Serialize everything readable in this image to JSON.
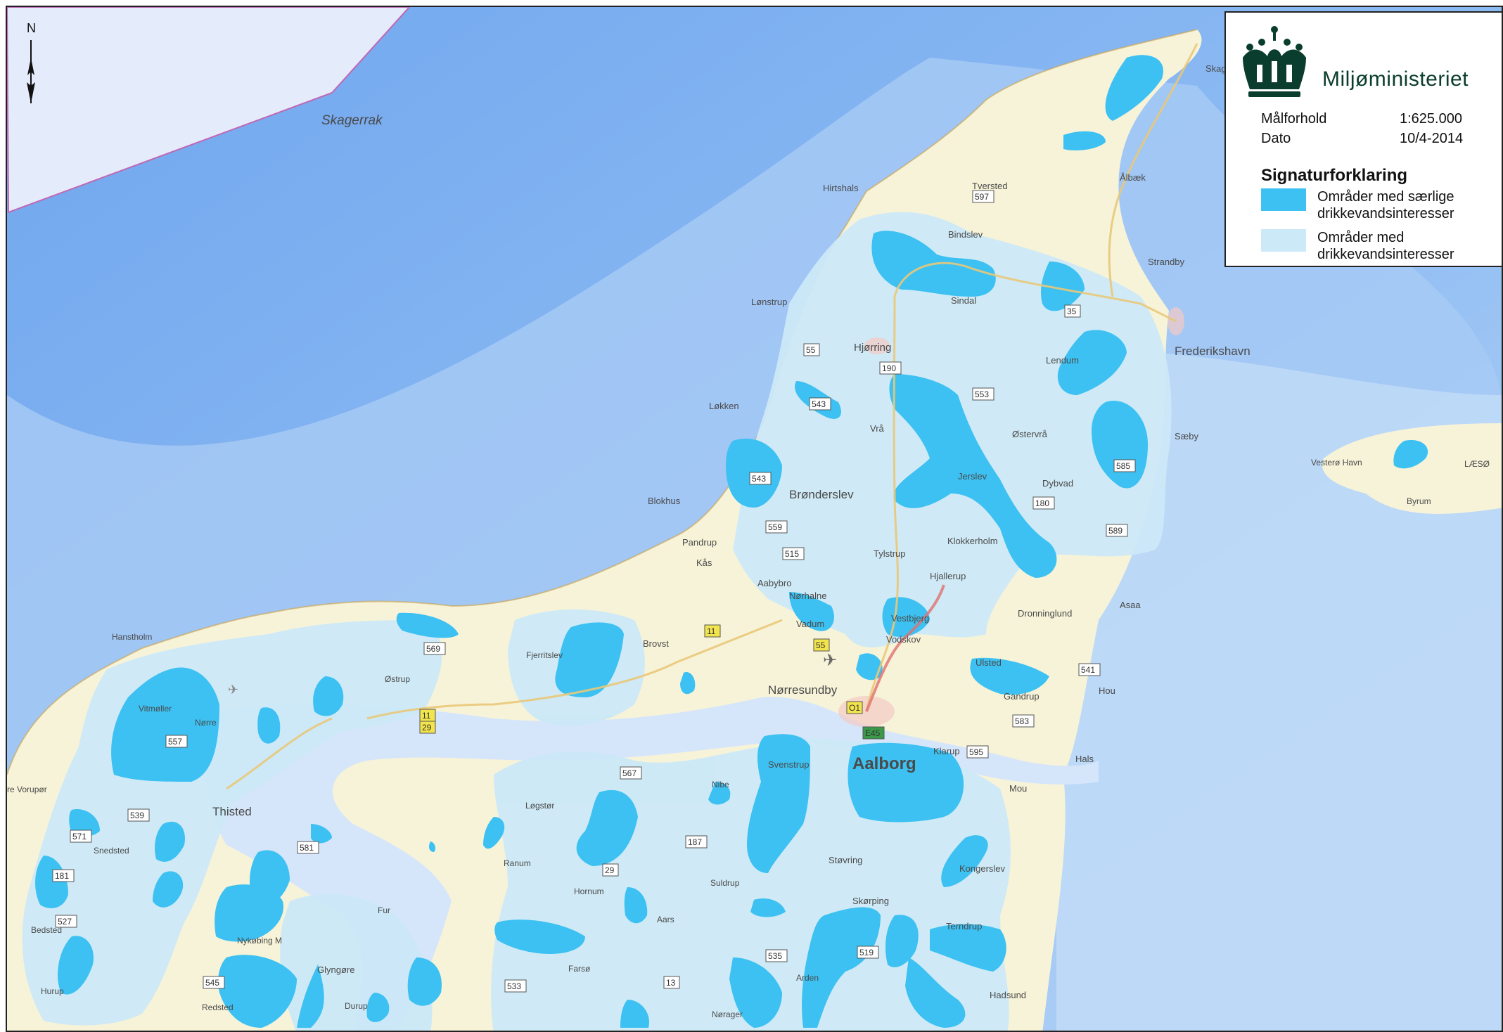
{
  "map": {
    "sea_label": "Skagerrak",
    "places": [
      {
        "id": "skagen",
        "label": "Skag"
      },
      {
        "id": "hirtshals",
        "label": "Hirtshals"
      },
      {
        "id": "tversted",
        "label": "Tversted"
      },
      {
        "id": "albaek",
        "label": "Ålbæk"
      },
      {
        "id": "bindslev",
        "label": "Bindslev"
      },
      {
        "id": "strandby",
        "label": "Strandby"
      },
      {
        "id": "sindal",
        "label": "Sindal"
      },
      {
        "id": "lonstrup",
        "label": "Lønstrup"
      },
      {
        "id": "frederikshavn",
        "label": "Frederikshavn"
      },
      {
        "id": "hjorring",
        "label": "Hjørring"
      },
      {
        "id": "lendum",
        "label": "Lendum"
      },
      {
        "id": "lokken",
        "label": "Løkken"
      },
      {
        "id": "saeby",
        "label": "Sæby"
      },
      {
        "id": "vra",
        "label": "Vrå"
      },
      {
        "id": "ostervra",
        "label": "Østervrå"
      },
      {
        "id": "vestero-havn",
        "label": "Vesterø Havn"
      },
      {
        "id": "laeso",
        "label": "LÆSØ"
      },
      {
        "id": "byrum",
        "label": "Byrum"
      },
      {
        "id": "jerslev",
        "label": "Jerslev"
      },
      {
        "id": "dybvad",
        "label": "Dybvad"
      },
      {
        "id": "blokhus",
        "label": "Blokhus"
      },
      {
        "id": "bronderslev",
        "label": "Brønderslev"
      },
      {
        "id": "tylstrup",
        "label": "Tylstrup"
      },
      {
        "id": "klokkerholm",
        "label": "Klokkerholm"
      },
      {
        "id": "pandrup",
        "label": "Pandrup"
      },
      {
        "id": "kaas",
        "label": "Kås"
      },
      {
        "id": "hjallerup",
        "label": "Hjallerup"
      },
      {
        "id": "aabybro",
        "label": "Aabybro"
      },
      {
        "id": "norhalne",
        "label": "Nørhalne"
      },
      {
        "id": "asaa",
        "label": "Asaa"
      },
      {
        "id": "dronninglund",
        "label": "Dronninglund"
      },
      {
        "id": "westbjerg",
        "label": "Vestbjerg"
      },
      {
        "id": "vadum",
        "label": "Vadum"
      },
      {
        "id": "hanstholm",
        "label": "Hanstholm"
      },
      {
        "id": "brovst",
        "label": "Brovst"
      },
      {
        "id": "vodskov",
        "label": "Vodskov"
      },
      {
        "id": "ulsted",
        "label": "Ulsted"
      },
      {
        "id": "fjerritslev",
        "label": "Fjerritslev"
      },
      {
        "id": "ostrup",
        "label": "Østrup"
      },
      {
        "id": "norresundby",
        "label": "Nørresundby"
      },
      {
        "id": "hou",
        "label": "Hou"
      },
      {
        "id": "gandrup",
        "label": "Gandrup"
      },
      {
        "id": "vitmoller",
        "label": "Vitmøller"
      },
      {
        "id": "norre",
        "label": "Nørre"
      },
      {
        "id": "svenstrup",
        "label": "Svenstrup"
      },
      {
        "id": "aalborg",
        "label": "Aalborg"
      },
      {
        "id": "klarup",
        "label": "Klarup"
      },
      {
        "id": "hals",
        "label": "Hals"
      },
      {
        "id": "vorupor",
        "label": "re Vorupør"
      },
      {
        "id": "thisted",
        "label": "Thisted"
      },
      {
        "id": "logstor",
        "label": "Løgstør"
      },
      {
        "id": "nibe",
        "label": "Nibe"
      },
      {
        "id": "mou",
        "label": "Mou"
      },
      {
        "id": "snedsted",
        "label": "Snedsted"
      },
      {
        "id": "ranum",
        "label": "Ranum"
      },
      {
        "id": "stovring",
        "label": "Støvring"
      },
      {
        "id": "kongerslev",
        "label": "Kongerslev"
      },
      {
        "id": "hornum",
        "label": "Hornum"
      },
      {
        "id": "suldrup",
        "label": "Suldrup"
      },
      {
        "id": "bedsted",
        "label": "Bedsted"
      },
      {
        "id": "fur",
        "label": "Fur"
      },
      {
        "id": "skorping",
        "label": "Skørping"
      },
      {
        "id": "aars",
        "label": "Aars"
      },
      {
        "id": "terndrup",
        "label": "Terndrup"
      },
      {
        "id": "nykobing",
        "label": "Nykøbing M"
      },
      {
        "id": "glyngore",
        "label": "Glyngøre"
      },
      {
        "id": "farso",
        "label": "Farsø"
      },
      {
        "id": "durup",
        "label": "Durup"
      },
      {
        "id": "hurup",
        "label": "Hurup"
      },
      {
        "id": "redsted",
        "label": "Redsted"
      },
      {
        "id": "arden",
        "label": "Arden"
      },
      {
        "id": "hadsund",
        "label": "Hadsund"
      },
      {
        "id": "norager",
        "label": "Nørager"
      }
    ],
    "roads": [
      {
        "id": "r597",
        "label": "597"
      },
      {
        "id": "r35a",
        "label": "35"
      },
      {
        "id": "r55",
        "label": "55"
      },
      {
        "id": "r190",
        "label": "190"
      },
      {
        "id": "r553",
        "label": "553"
      },
      {
        "id": "r543a",
        "label": "543"
      },
      {
        "id": "r543b",
        "label": "543"
      },
      {
        "id": "r559",
        "label": "559"
      },
      {
        "id": "r515",
        "label": "515"
      },
      {
        "id": "r180",
        "label": "180"
      },
      {
        "id": "r589",
        "label": "589"
      },
      {
        "id": "r585",
        "label": "585"
      },
      {
        "id": "r569",
        "label": "569"
      },
      {
        "id": "r11a",
        "label": "11"
      },
      {
        "id": "r11b",
        "label": "11"
      },
      {
        "id": "r29",
        "label": "29"
      },
      {
        "id": "r541",
        "label": "541"
      },
      {
        "id": "r583",
        "label": "583"
      },
      {
        "id": "r595",
        "label": "595"
      },
      {
        "id": "r557",
        "label": "557"
      },
      {
        "id": "r567",
        "label": "567"
      },
      {
        "id": "r539",
        "label": "539"
      },
      {
        "id": "r571",
        "label": "571"
      },
      {
        "id": "r581",
        "label": "581"
      },
      {
        "id": "r181",
        "label": "181"
      },
      {
        "id": "r187",
        "label": "187"
      },
      {
        "id": "r527",
        "label": "527"
      },
      {
        "id": "r545",
        "label": "545"
      },
      {
        "id": "r535",
        "label": "535"
      },
      {
        "id": "r519",
        "label": "519"
      },
      {
        "id": "r13",
        "label": "13"
      },
      {
        "id": "r533",
        "label": "533"
      },
      {
        "id": "r29b",
        "label": "29"
      },
      {
        "id": "rO1",
        "label": "O1"
      },
      {
        "id": "rE45",
        "label": "E45"
      },
      {
        "id": "r55b",
        "label": "55"
      }
    ]
  },
  "legend": {
    "ministry": "Miljøministeriet",
    "scale_label": "Målforhold",
    "scale_value": "1:625.000",
    "date_label": "Dato",
    "date_value": "10/4-2014",
    "title": "Signaturforklaring",
    "items": [
      {
        "label_line1": "Områder med særlige",
        "label_line2": "drikkevandsinteresser",
        "color": "#3cc1f2"
      },
      {
        "label_line1": "Områder med",
        "label_line2": "drikkevandsinteresser",
        "color": "#cce9f8"
      }
    ]
  },
  "north_arrow": {
    "label": "N"
  },
  "colors": {
    "sea_deep": "#7fb0f0",
    "sea_shallow": "#b7d5f6",
    "land": "#f7f3d8",
    "special": "#3cc1f2",
    "interest": "#cce9f8"
  }
}
